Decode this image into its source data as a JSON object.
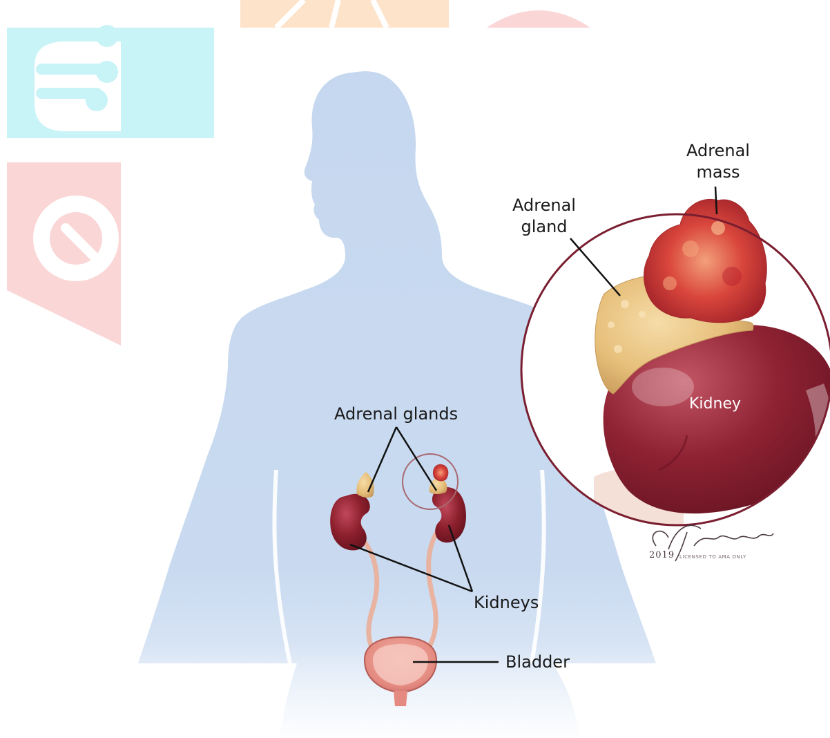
{
  "labels": {
    "adrenal_mass": "Adrenal\nmass",
    "adrenal_gland": "Adrenal\ngland",
    "kidney": "Kidney",
    "adrenal_glands": "Adrenal glands",
    "kidneys": "Kidneys",
    "bladder": "Bladder"
  },
  "signature": {
    "year": "2019",
    "license": "LICENSED TO AMA ONLY"
  },
  "colors": {
    "silhouette": "#c9daf0",
    "kidney": "#8c1f2c",
    "adrenal": "#e8c07a",
    "mass": "#d9463c",
    "circle_outline": "#7a1e30",
    "watermark_cyan": "#c8f3f7",
    "watermark_orange": "#fde3c9",
    "watermark_red": "#fbd6d6"
  }
}
